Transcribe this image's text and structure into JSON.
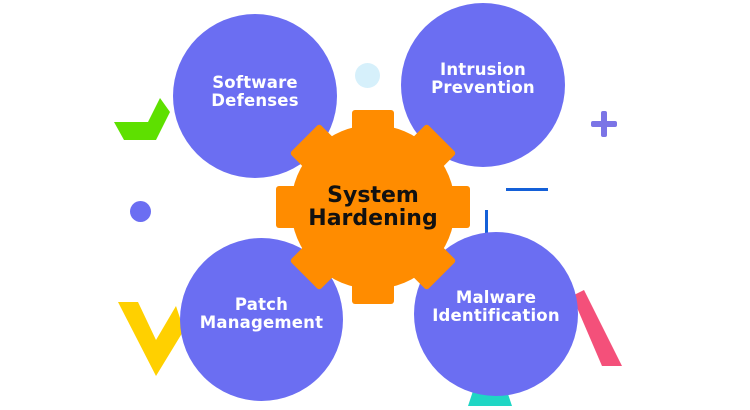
{
  "diagram": {
    "center": {
      "label_line1": "System",
      "label_line2": "Hardening",
      "color": "#ff8c00",
      "text_color": "#111111",
      "shape": "gear"
    },
    "nodes": [
      {
        "id": "software-defenses",
        "line1": "Software",
        "line2": "Defenses",
        "color": "#6b6ef2",
        "position": "top-left"
      },
      {
        "id": "intrusion-prevention",
        "line1": "Intrusion",
        "line2": "Prevention",
        "color": "#6b6ef2",
        "position": "top-right"
      },
      {
        "id": "patch-management",
        "line1": "Patch",
        "line2": "Management",
        "color": "#6b6ef2",
        "position": "bottom-left"
      },
      {
        "id": "malware-identification",
        "line1": "Malware",
        "line2": "Identification",
        "color": "#6b6ef2",
        "position": "bottom-right"
      }
    ],
    "decorations": {
      "green_chevron": "#5ee000",
      "light_blue_dot": "#d6f0fb",
      "purple_plus": "#7b74e6",
      "purple_dot": "#6b6ef2",
      "blue_lines": "#1460d8",
      "yellow_v": "#ffd000",
      "pink_bar": "#f4507a",
      "teal_trapezoid": "#1fd6c4"
    }
  }
}
